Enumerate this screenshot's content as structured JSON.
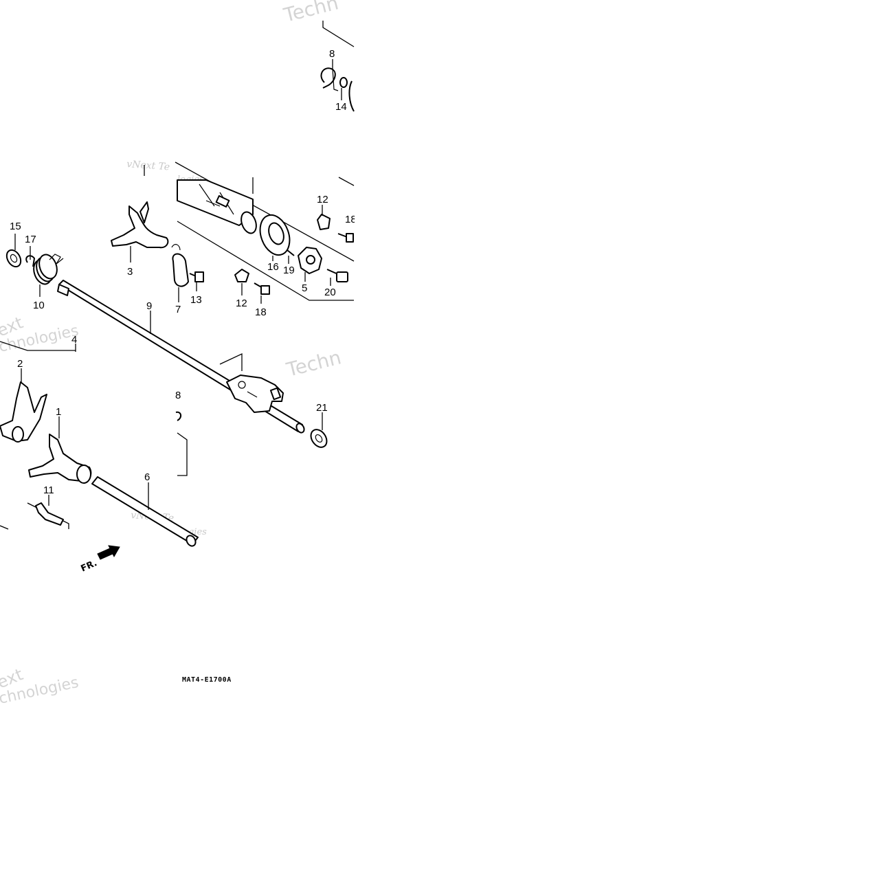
{
  "diagram": {
    "drawing_code": "MAT4-E1700A",
    "direction_label": "FR.",
    "watermark": {
      "line1": "vNext",
      "line2": "Technologies",
      "fragment_tech": "Techn",
      "fragment_vnext_te": "vNext Te",
      "fragment_ext": "ext",
      "fragment_echno": "echnologies",
      "fragment_logies": "logies",
      "fragment_chnologies": "chnologies"
    },
    "callouts": {
      "c1": "1",
      "c2": "2",
      "c3": "3",
      "c4": "4",
      "c5": "5",
      "c6": "6",
      "c7": "7",
      "c8": "8",
      "c8b": "8",
      "c9": "9",
      "c10": "10",
      "c11": "11",
      "c12a": "12",
      "c12b": "12",
      "c13": "13",
      "c14": "14",
      "c15": "15",
      "c16": "16",
      "c17": "17",
      "c18a": "18",
      "c18b": "18",
      "c19": "19",
      "c20": "20",
      "c21": "21"
    },
    "colors": {
      "ink": "#000000",
      "watermark": "#c8c8c8",
      "background": "#ffffff"
    }
  }
}
